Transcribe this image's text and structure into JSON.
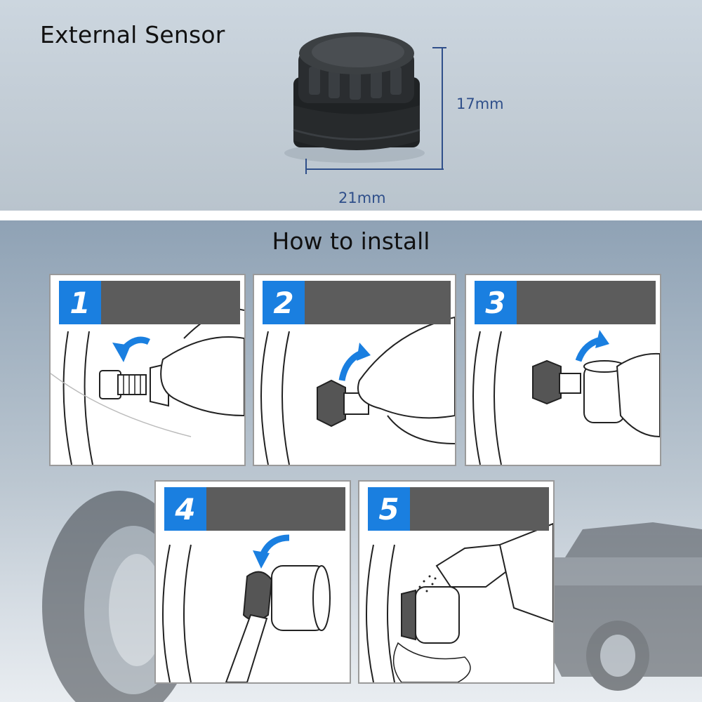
{
  "header": {
    "title": "External Sensor"
  },
  "dimensions": {
    "height_label": "17mm",
    "width_label": "21mm"
  },
  "install": {
    "title": "How to install",
    "steps": [
      {
        "number": "1",
        "icon": "remove-valve-cap-icon"
      },
      {
        "number": "2",
        "icon": "screw-nut-icon"
      },
      {
        "number": "3",
        "icon": "screw-sensor-icon"
      },
      {
        "number": "4",
        "icon": "wrench-tighten-icon"
      },
      {
        "number": "5",
        "icon": "leak-test-spray-icon"
      }
    ]
  },
  "colors": {
    "badge": "#1a7fe0",
    "bar": "#5c5c5c",
    "dimension": "#2f4f8a"
  }
}
